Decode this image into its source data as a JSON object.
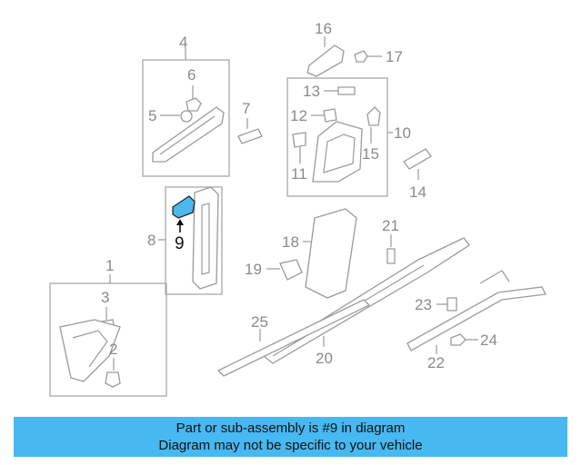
{
  "diagram": {
    "highlight_color": "#4bb8ee",
    "line_color": "#9a9a9a",
    "callouts": {
      "c1": "1",
      "c2": "2",
      "c3": "3",
      "c4": "4",
      "c5": "5",
      "c6": "6",
      "c7": "7",
      "c8": "8",
      "c9": "9",
      "c10": "10",
      "c11": "11",
      "c12": "12",
      "c13": "13",
      "c14": "14",
      "c15": "15",
      "c16": "16",
      "c17": "17",
      "c18": "18",
      "c19": "19",
      "c20": "20",
      "c21": "21",
      "c22": "22",
      "c23": "23",
      "c24": "24",
      "c25": "25"
    }
  },
  "banner": {
    "line1": "Part or sub-assembly is #9 in diagram",
    "line2": "Diagram may not be specific to your vehicle",
    "color": "#47b8f0"
  }
}
